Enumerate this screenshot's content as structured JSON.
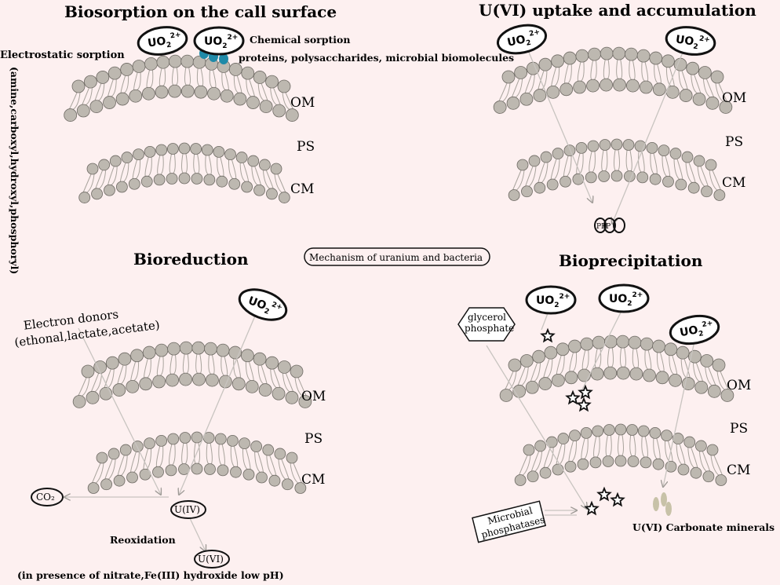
{
  "panels": {
    "biosorption": {
      "title": "Biosorption on the call surface",
      "electrostatic": "Electrostatic sorption",
      "chemical": "Chemical sorption",
      "biomolecules": "proteins, polysaccharides, microbial biomolecules",
      "groups": "(amine,carboxyl,hydroxyl,phosphoryl)",
      "om": "OM",
      "ps": "PS",
      "cm": "CM"
    },
    "uptake": {
      "title": "U(VI) uptake and accumulation",
      "om": "OM",
      "ps": "PS",
      "cm": "CM",
      "granule": "PPP"
    },
    "center": {
      "label": "Mechanism of uranium and bacteria"
    },
    "bioreduction": {
      "title": "Bioreduction",
      "donors_line1": "Electron donors",
      "donors_line2": "(ethonal,lactate,acetate)",
      "om": "OM",
      "ps": "PS",
      "cm": "CM",
      "co2": "CO₂",
      "u4": "U(IV)",
      "reox": "Reoxidation",
      "u6": "U(VI)",
      "presence": "(in presence of nitrate,Fe(III) hydroxide low pH)"
    },
    "bioprecipitation": {
      "title": "Bioprecipitation",
      "glycerol_line1": "glycerol",
      "glycerol_line2": "phosphate",
      "om": "OM",
      "ps": "PS",
      "cm": "CM",
      "phosphatases_line1": "Microbial",
      "phosphatases_line2": "phosphatases",
      "carbonate": "U(VI) Carbonate minerals"
    }
  },
  "ion": {
    "base": "UO",
    "sub": "2",
    "sup": "2+"
  },
  "colors": {
    "background": "#fdf0f0",
    "lipid_head": "#bdb8b0",
    "lipid_outline": "#6e6a64",
    "protein": "#1f8aa8",
    "arrow": "#c8c4c0",
    "carbonate": "#c8c2a8"
  }
}
